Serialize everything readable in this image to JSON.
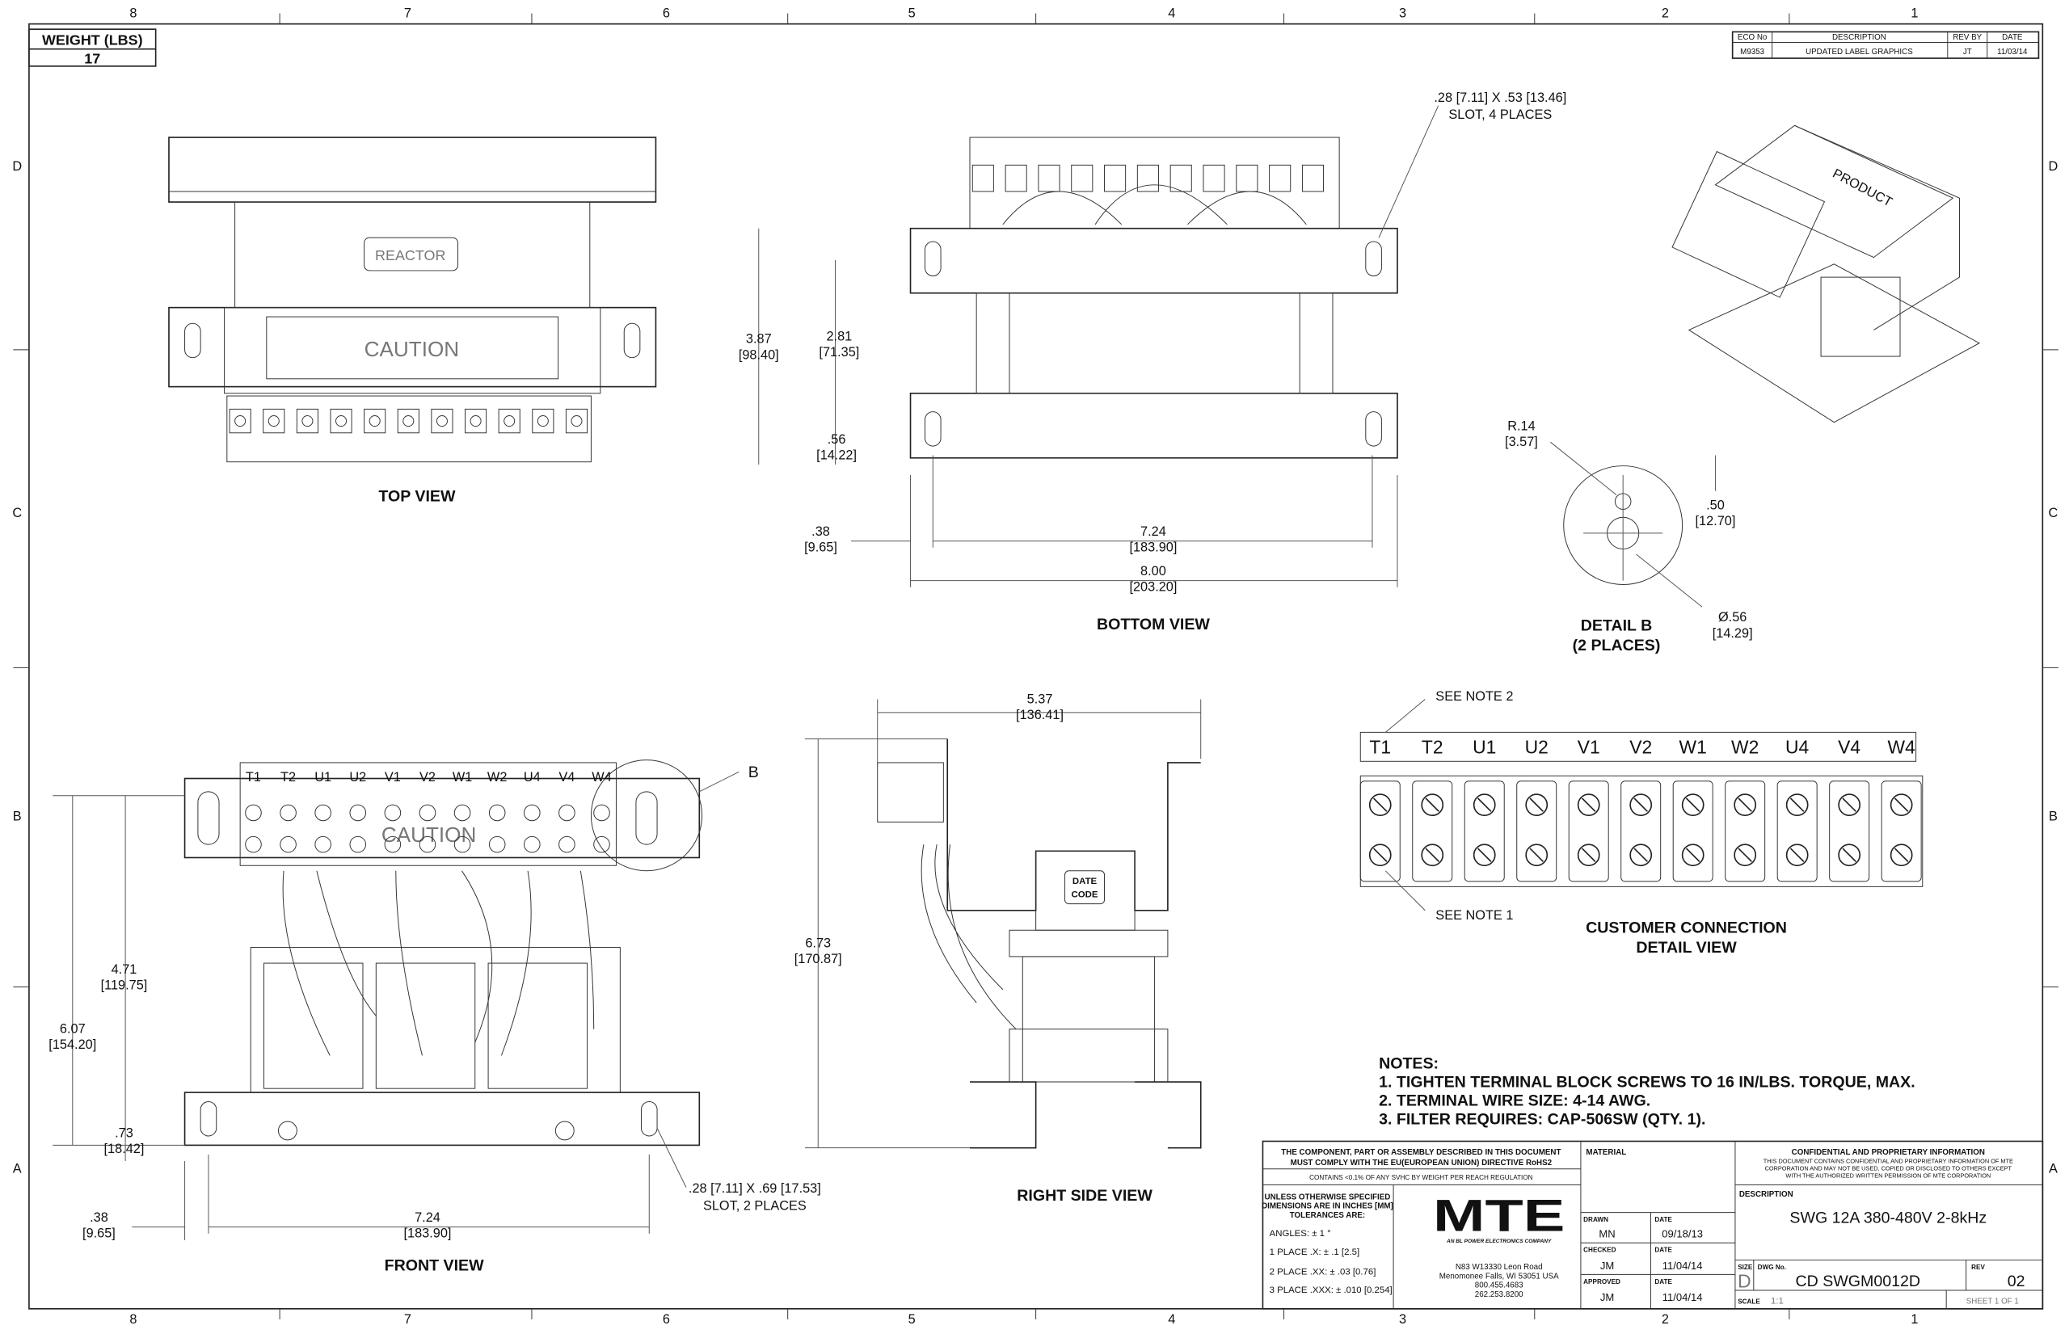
{
  "zones": {
    "columns": [
      "8",
      "7",
      "6",
      "5",
      "4",
      "3",
      "2",
      "1"
    ],
    "rows": [
      "D",
      "C",
      "B",
      "A"
    ]
  },
  "weight": {
    "label": "WEIGHT (LBS)",
    "value": "17"
  },
  "revision_table": {
    "headers": [
      "ECO No",
      "DESCRIPTION",
      "REV BY",
      "DATE"
    ],
    "row": [
      "M9353",
      "UPDATED LABEL GRAPHICS",
      "JT",
      "11/03/14"
    ]
  },
  "top_view": {
    "title": "TOP VIEW",
    "caution_label": "CAUTION",
    "reactor_label": "REACTOR"
  },
  "bottom_view": {
    "title": "BOTTOM VIEW",
    "slot_note": [
      ".28 [7.11] X .53 [13.46]",
      "SLOT, 4 PLACES"
    ],
    "dims": [
      {
        "in": "3.87",
        "mm": "[98.40]"
      },
      {
        "in": "2.81",
        "mm": "[71.35]"
      },
      {
        "in": ".56",
        "mm": "[14.22]"
      },
      {
        "in": ".38",
        "mm": "[9.65]"
      },
      {
        "in": "7.24",
        "mm": "[183.90]"
      },
      {
        "in": "8.00",
        "mm": "[203.20]"
      }
    ]
  },
  "detail_b": {
    "title": [
      "DETAIL B",
      "(2 PLACES)"
    ],
    "dims": [
      {
        "in": "R.14",
        "mm": "[3.57]"
      },
      {
        "in": ".50",
        "mm": "[12.70]"
      },
      {
        "in": "Ø.56",
        "mm": "[14.29]"
      }
    ]
  },
  "front_view": {
    "title": "FRONT VIEW",
    "callout": "B",
    "caution_label": "CAUTION",
    "terminals": [
      "T1",
      "T2",
      "U1",
      "U2",
      "V1",
      "V2",
      "W1",
      "W2",
      "U4",
      "V4",
      "W4"
    ],
    "slot_note": [
      ".28 [7.11] X .69 [17.53]",
      "SLOT, 2 PLACES"
    ],
    "dims": [
      {
        "in": "4.71",
        "mm": "[119.75]"
      },
      {
        "in": "6.07",
        "mm": "[154.20]"
      },
      {
        "in": ".73",
        "mm": "[18.42]"
      },
      {
        "in": ".38",
        "mm": "[9.65]"
      },
      {
        "in": "7.24",
        "mm": "[183.90]"
      }
    ]
  },
  "right_side_view": {
    "title": "RIGHT SIDE VIEW",
    "date_code": [
      "DATE",
      "CODE"
    ],
    "dims": [
      {
        "in": "5.37",
        "mm": "[136.41]"
      },
      {
        "in": "6.73",
        "mm": "[170.87]"
      }
    ]
  },
  "isometric": {
    "label": "PRODUCT"
  },
  "customer_connection": {
    "title": [
      "CUSTOMER CONNECTION",
      "DETAIL VIEW"
    ],
    "terminals": [
      "T1",
      "T2",
      "U1",
      "U2",
      "V1",
      "V2",
      "W1",
      "W2",
      "U4",
      "V4",
      "W4"
    ],
    "note2": "SEE NOTE 2",
    "note1": "SEE NOTE 1"
  },
  "notes": {
    "heading": "NOTES:",
    "items": [
      "1.  TIGHTEN TERMINAL BLOCK SCREWS TO 16 IN/LBS. TORQUE, MAX.",
      "2.  TERMINAL WIRE SIZE: 4-14 AWG.",
      "3.  FILTER REQUIRES: CAP-506SW (QTY. 1)."
    ]
  },
  "title_block": {
    "rohs": [
      "THE COMPONENT, PART OR ASSEMBLY DESCRIBED IN THIS DOCUMENT",
      "MUST COMPLY WITH THE EU(EUROPEAN UNION) DIRECTIVE RoHS2"
    ],
    "reach": "CONTAINS <0.1% OF ANY SVHC BY WEIGHT PER REACH REGULATION",
    "tolerance_heading": [
      "UNLESS OTHERWISE SPECIFIED",
      "DIMENSIONS ARE IN INCHES [MM]",
      "TOLERANCES ARE:"
    ],
    "tolerances": [
      "ANGLES: ± 1 °",
      "1 PLACE .X: ± .1 [2.5]",
      "2 PLACE .XX: ± .03 [0.76]",
      "3 PLACE .XXX: ± .010 [0.254]"
    ],
    "logo": "MTE",
    "logo_tagline": "AN BL POWER ELECTRONICS COMPANY",
    "address": [
      "N83 W13330 Leon Road",
      "Menomonee Falls, WI 53051 USA",
      "800.455.4683",
      "262.253.8200"
    ],
    "material_label": "MATERIAL",
    "drawn": {
      "label": "DRAWN",
      "name": "MN",
      "date_label": "DATE",
      "date": "09/18/13"
    },
    "checked": {
      "label": "CHECKED",
      "name": "JM",
      "date_label": "DATE",
      "date": "11/04/14"
    },
    "approved": {
      "label": "APPROVED",
      "name": "JM",
      "date_label": "DATE",
      "date": "11/04/14"
    },
    "confidential": [
      "CONFIDENTIAL AND PROPRIETARY INFORMATION",
      "THIS DOCUMENT CONTAINS CONFIDENTIAL AND PROPRIETARY INFORMATION OF MTE",
      "CORPORATION AND MAY NOT BE USED, COPIED OR DISCLOSED TO OTHERS EXCEPT",
      "WITH THE AUTHORIZED WRITTEN PERMISSION OF MTE CORPORATION"
    ],
    "description_label": "DESCRIPTION",
    "description": "SWG 12A 380-480V 2-8kHz",
    "size_label": "SIZE",
    "size": "D",
    "dwg_label": "DWG No.",
    "dwg": "CD SWGM0012D",
    "rev_label": "REV",
    "rev": "02",
    "scale_label": "SCALE",
    "scale": "1:1",
    "sheet": "SHEET 1  OF 1"
  }
}
